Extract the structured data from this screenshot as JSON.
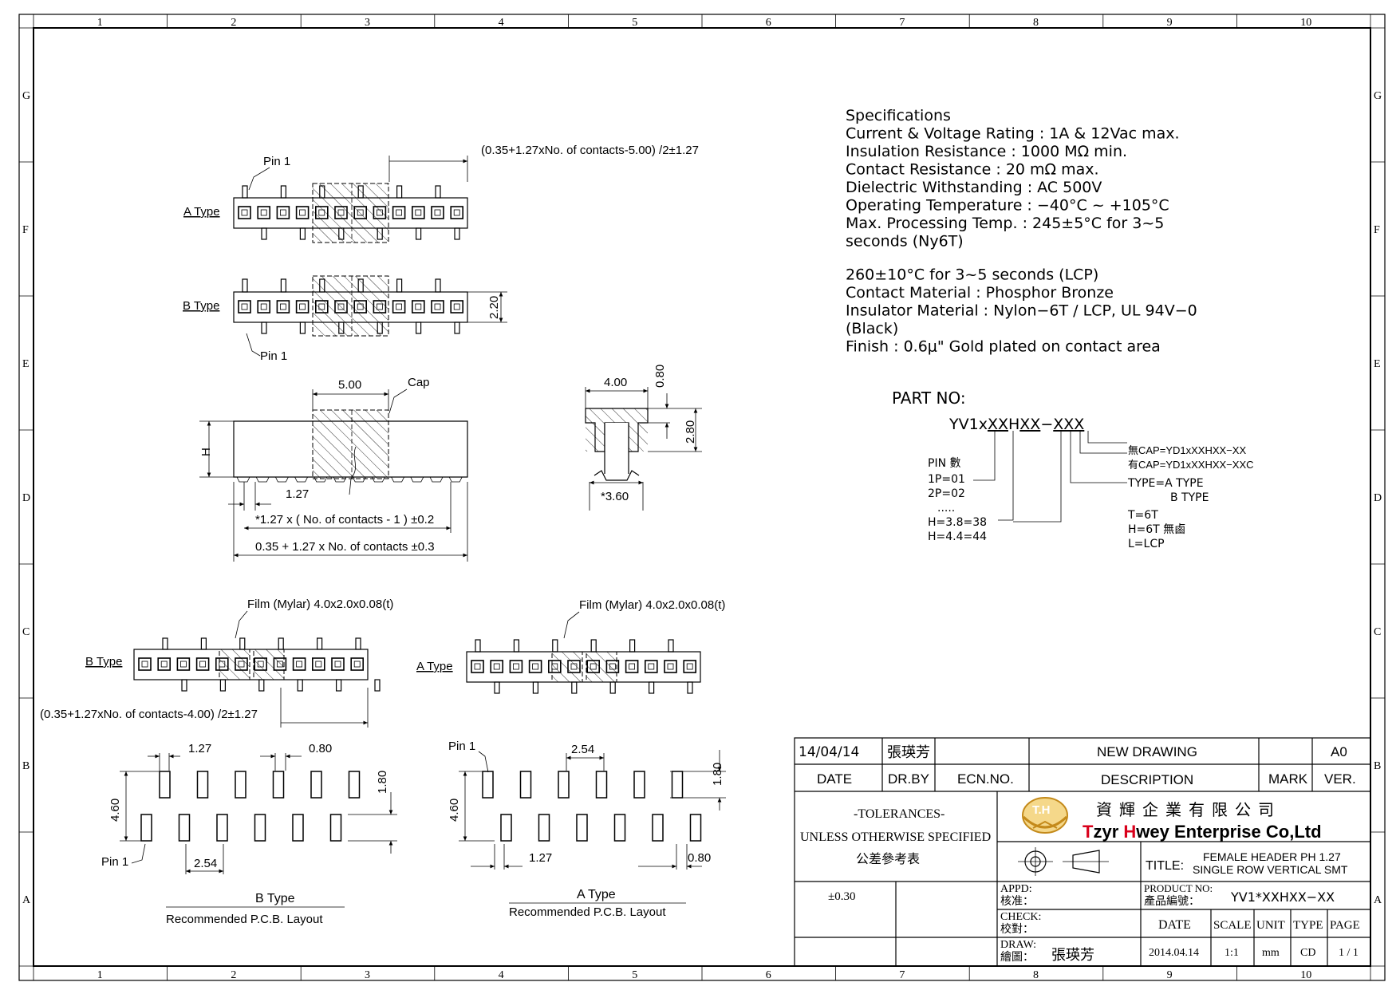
{
  "frame": {
    "columns": [
      "1",
      "2",
      "3",
      "4",
      "5",
      "6",
      "7",
      "8",
      "9",
      "10"
    ],
    "rows": [
      "G",
      "F",
      "E",
      "D",
      "C",
      "B",
      "A"
    ]
  },
  "specs": {
    "lines": [
      "Specifications",
      "Current & Voltage Rating : 1A & 12Vac max.",
      "Insulation Resistance : 1000 MΩ min.",
      "Contact Resistance : 20 mΩ max.",
      "Dielectric Withstanding : AC 500V",
      "Operating Temperature : −40°C ~ +105°C",
      "Max. Processing Temp. : 245±5°C for 3~5",
      "seconds (Ny6T)",
      "",
      "260±10°C for 3~5 seconds (LCP)",
      "Contact Material : Phosphor Bronze",
      "Insulator Material : Nylon−6T / LCP, UL 94V−0",
      "(Black)",
      "Finish : 0.6μ\" Gold plated on contact area"
    ]
  },
  "part": {
    "label": "PART NO:",
    "code_prefix": "YV1x",
    "code_xx": "XX",
    "code_h": "H",
    "code_xx2": "XX",
    "code_dash": "−",
    "code_xxx": "XXX",
    "cap_none": "無CAP=YD1xXXHXX−XX",
    "cap_with": "有CAP=YD1xXXHXX−XXC",
    "type_a": "TYPE=A TYPE",
    "type_b": "B TYPE",
    "mat_t": "T=6T",
    "mat_h": "H=6T 無鹵",
    "mat_l": "L=LCP",
    "pin_title": "PIN 數",
    "pin_1": "1P=01",
    "pin_2": "2P=02",
    "pin_dots": ".....",
    "h_1": "H=3.8=38",
    "h_2": "H=4.4=44"
  },
  "views": {
    "top_dim": "(0.35+1.27xNo. of contacts-5.00) /2±1.27",
    "pin1": "Pin 1",
    "a_type": "A Type",
    "b_type": "B Type",
    "dim_220": "2.20",
    "dim_500": "5.00",
    "cap": "Cap",
    "h": "H",
    "dim_127": "1.27",
    "dim_pitch": "*1.27 x ( No. of contacts - 1 ) ±0.2",
    "dim_total": "0.35 + 1.27 x No. of contacts ±0.3",
    "side_400": "4.00",
    "side_080": "0.80",
    "side_280": "2.80",
    "side_360": "*3.60",
    "film": "Film (Mylar) 4.0x2.0x0.08(t)",
    "bottom_dim": "(0.35+1.27xNo. of contacts-4.00) /2±1.27"
  },
  "pcb": {
    "b_127": "1.27",
    "b_080": "0.80",
    "b_460": "4.60",
    "b_180": "1.80",
    "b_254": "2.54",
    "b_pin1": "Pin 1",
    "b_title": "B Type",
    "b_caption": "Recommended P.C.B. Layout",
    "a_pin1": "Pin 1",
    "a_254": "2.54",
    "a_460": "4.60",
    "a_180": "1.80",
    "a_127": "1.27",
    "a_080": "0.80",
    "a_title": "A Type",
    "a_caption": "Recommended P.C.B. Layout"
  },
  "titleblock": {
    "rev_date": "14/04/14",
    "rev_by": "張瑛芳",
    "rev_desc": "NEW DRAWING",
    "rev_ver": "A0",
    "h_date": "DATE",
    "h_drby": "DR.BY",
    "h_ecn": "ECN.NO.",
    "h_desc": "DESCRIPTION",
    "h_mark": "MARK",
    "h_ver": "VER.",
    "tol_1": "-TOLERANCES-",
    "tol_2": "UNLESS OTHERWISE SPECIFIED",
    "tol_3": "公差參考表",
    "tol_val": "±0.30",
    "logo": "T.H",
    "company_cn": "資輝企業有限公司",
    "company_en_t": "T",
    "company_en_1": "zyr ",
    "company_en_h": "H",
    "company_en_2": "wey Enterprise Co,Ltd",
    "title_label": "TITLE:",
    "title_1": "FEMALE HEADER PH 1.27",
    "title_2": "SINGLE ROW VERTICAL SMT",
    "appd": "APPD:",
    "appd_cn": "核准：",
    "product_no": "PRODUCT NO:",
    "product_no_cn": "產品編號：",
    "product_val": "YV1*XXHXX−XX",
    "check": "CHECK:",
    "check_cn": "校對：",
    "draw": "DRAW:",
    "draw_cn": "繪圖：",
    "draw_val": "張瑛芳",
    "c_date": "DATE",
    "c_scale": "SCALE",
    "c_unit": "UNIT",
    "c_type": "TYPE",
    "c_page": "PAGE",
    "v_date": "2014.04.14",
    "v_scale": "1:1",
    "v_unit": "mm",
    "v_type": "CD",
    "v_page": "1 / 1"
  }
}
